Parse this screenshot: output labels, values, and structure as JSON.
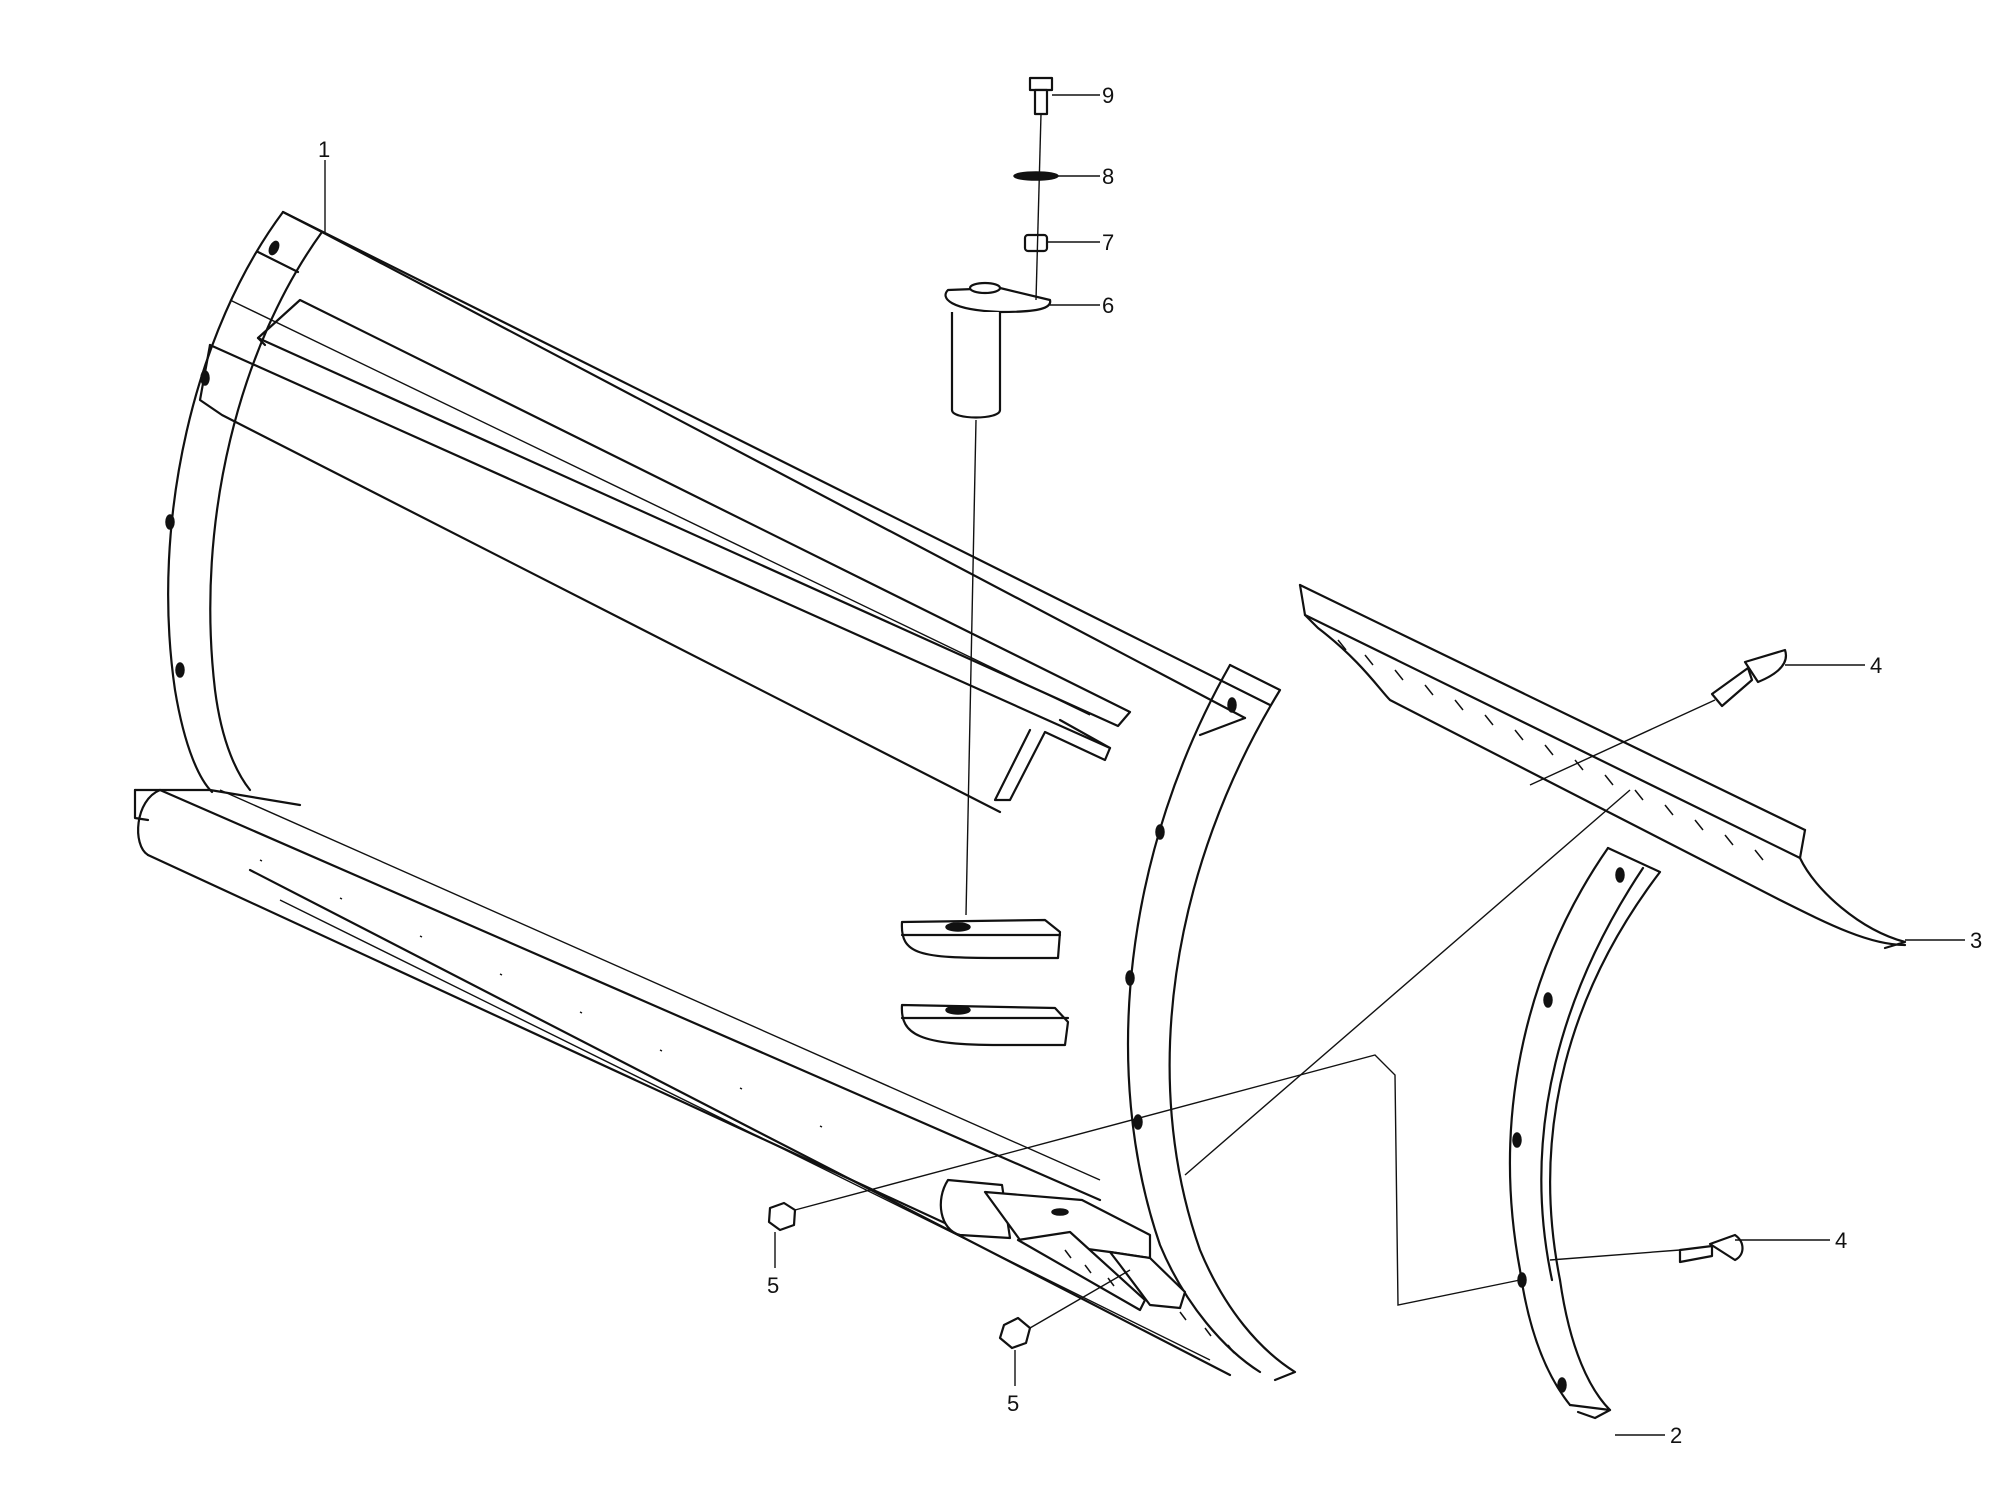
{
  "callouts": [
    {
      "id": "blade",
      "label": "1"
    },
    {
      "id": "right-wing",
      "label": "2"
    },
    {
      "id": "cutting-edge",
      "label": "3"
    },
    {
      "id": "bolt-upper",
      "label": "4"
    },
    {
      "id": "bolt-lower",
      "label": "4"
    },
    {
      "id": "nut-left",
      "label": "5"
    },
    {
      "id": "nut-right",
      "label": "5"
    },
    {
      "id": "pivot-pin",
      "label": "6"
    },
    {
      "id": "bushing",
      "label": "7"
    },
    {
      "id": "snap-ring",
      "label": "8"
    },
    {
      "id": "cap-screw",
      "label": "9"
    }
  ]
}
